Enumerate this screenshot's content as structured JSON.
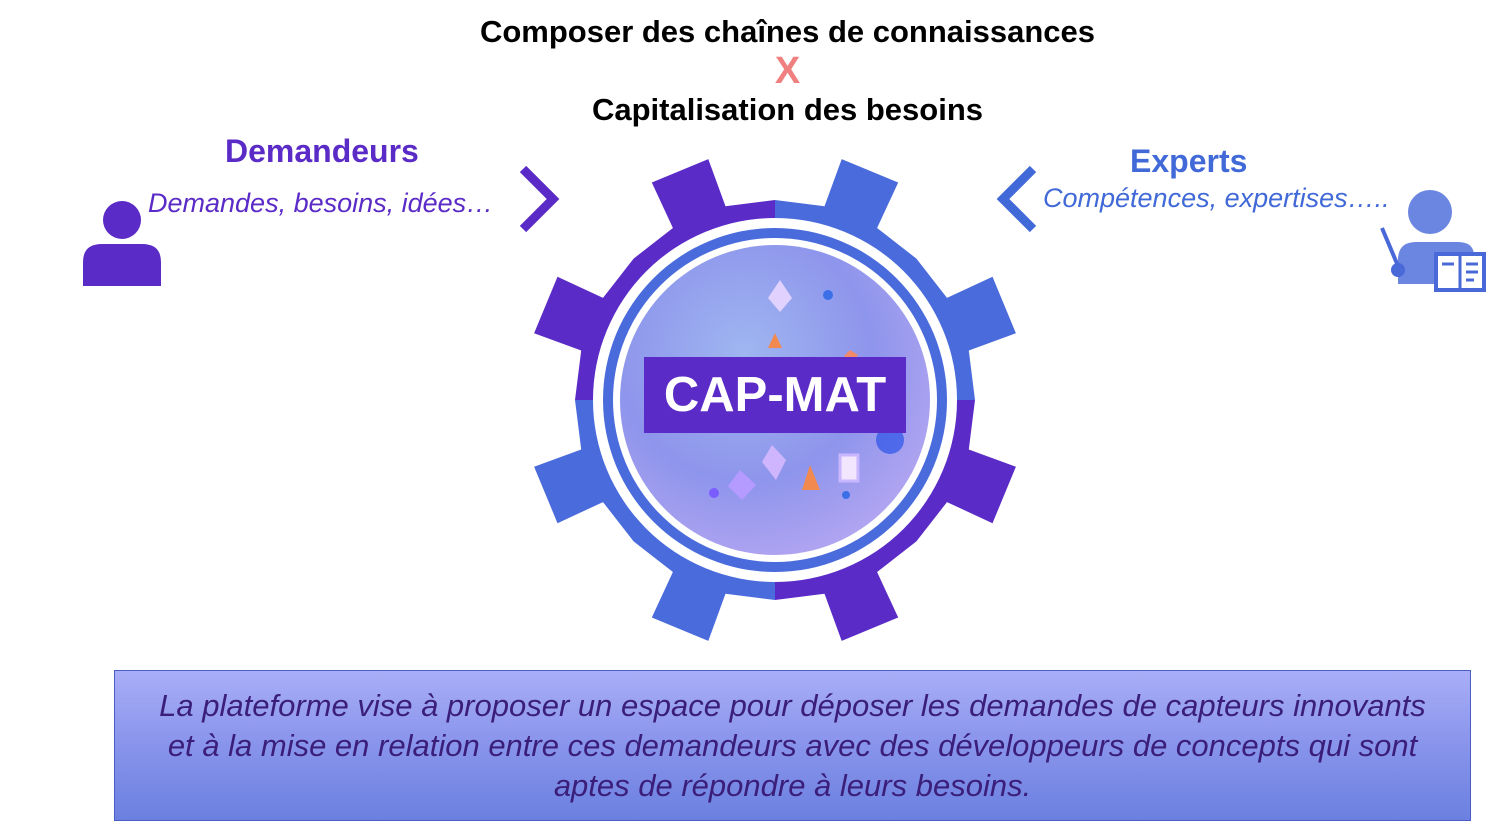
{
  "header": {
    "line1": "Composer des chaînes de connaissances",
    "separator": "X",
    "line2": "Capitalisation des besoins"
  },
  "demandeurs": {
    "title": "Demandeurs",
    "subtitle": "Demandes, besoins, idées…",
    "icon": "person-icon"
  },
  "experts": {
    "title": "Experts",
    "subtitle": "Compétences, expertises…..",
    "icon": "teacher-icon"
  },
  "center": {
    "label": "CAP-MAT"
  },
  "description": {
    "text": "La plateforme vise à proposer un espace pour déposer les demandes de capteurs innovants et à la mise en relation entre ces demandeurs avec des développeurs de concepts qui sont aptes de répondre à leurs besoins."
  },
  "colors": {
    "purple": "#5b2bc7",
    "blue": "#4169d8",
    "separator": "#f08080",
    "box": "#8b96ec"
  }
}
